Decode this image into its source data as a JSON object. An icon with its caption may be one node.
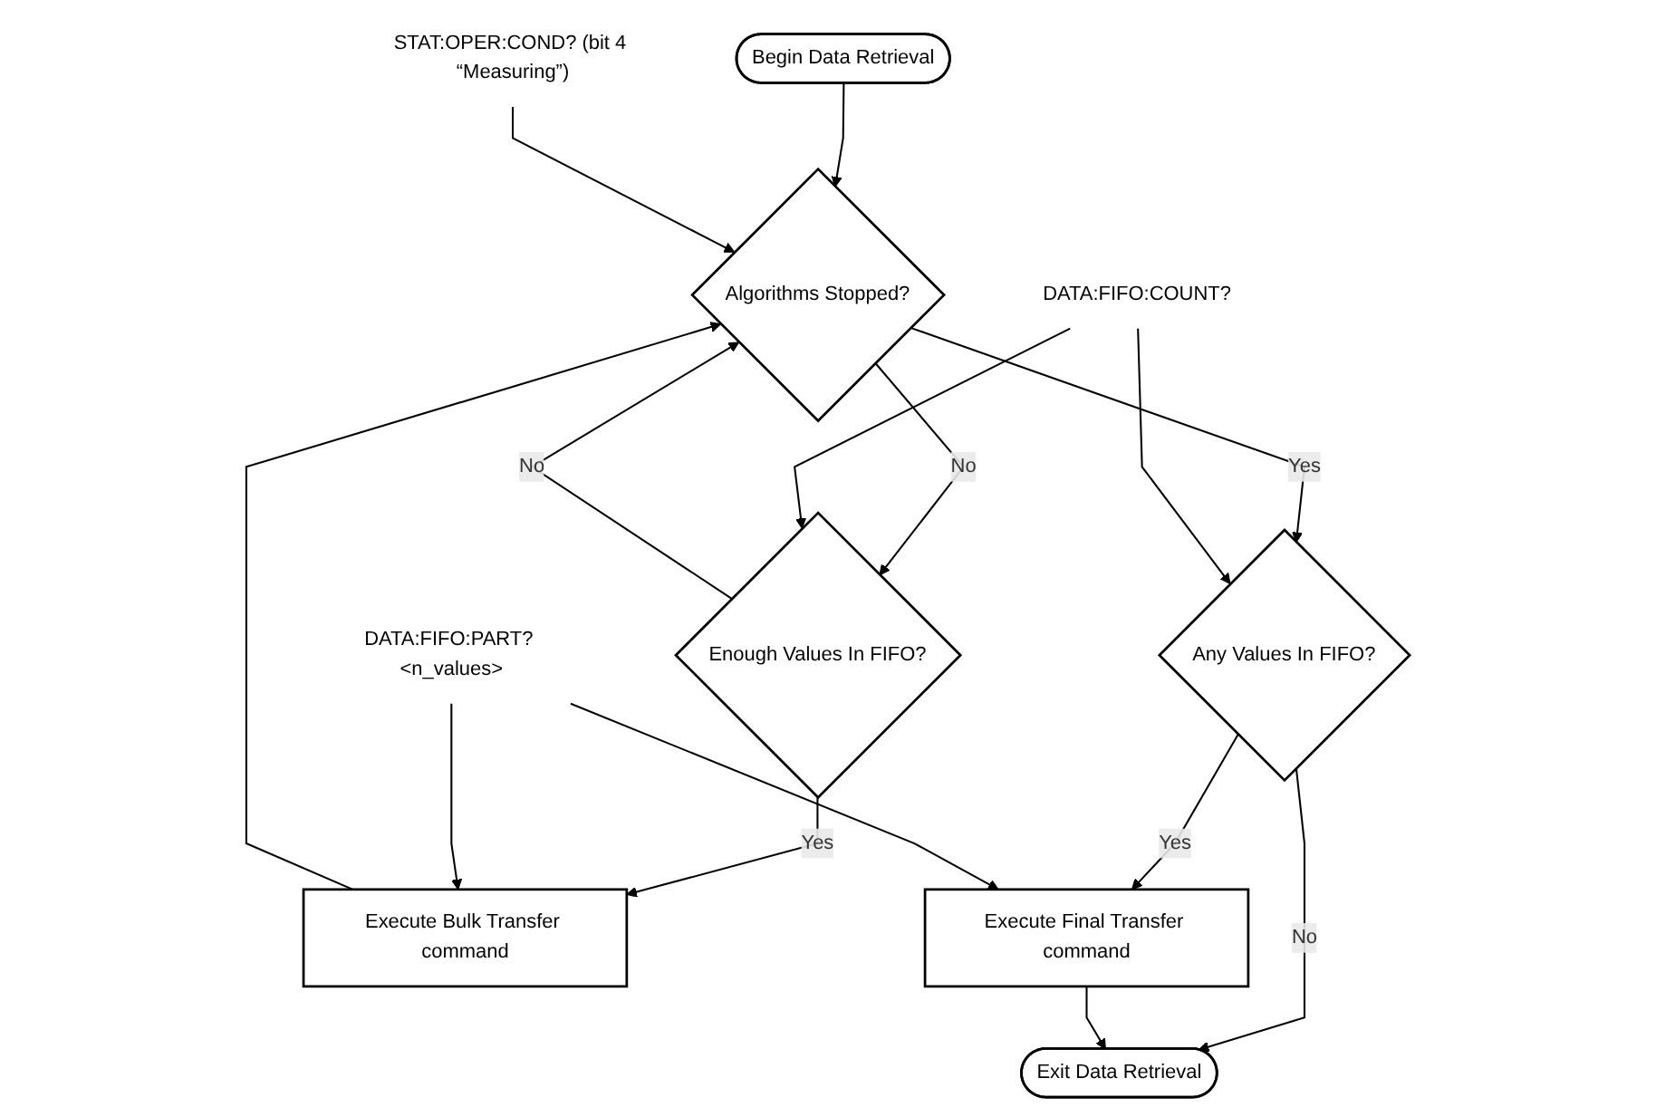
{
  "diagram": {
    "nodes": [
      {
        "text": [
          "Begin Data Retrieval"
        ]
      },
      {
        "text": [
          "Algorithms Stopped?"
        ]
      },
      {
        "text": [
          "Enough Values In FIFO?"
        ]
      },
      {
        "text": [
          "Any Values In FIFO?"
        ]
      },
      {
        "text": [
          "Execute Bulk Transfer command"
        ]
      },
      {
        "text": [
          "Execute Final Transfer command"
        ]
      },
      {
        "text": [
          "Exit Data Retrieval"
        ]
      },
      {
        "text": [
          "STAT:OPER:COND? (bit 4 “Measuring”)"
        ]
      },
      {
        "text": [
          "DATA:FIFO:COUNT?"
        ]
      },
      {
        "text": [
          "DATA:FIFO:PART? <n_values>"
        ]
      }
    ],
    "edges": [
      {
        "from": 0,
        "to": 1,
        "arrow": "to"
      },
      {
        "from": 1,
        "to": 2,
        "arrow": "to",
        "label": "No"
      },
      {
        "from": 1,
        "to": 3,
        "arrow": "to",
        "label": "Yes"
      },
      {
        "from": 2,
        "to": 1,
        "arrow": "to",
        "label": "No"
      },
      {
        "from": 2,
        "to": 4,
        "arrow": "to",
        "label": "Yes"
      },
      {
        "from": 4,
        "to": 1,
        "arrow": "to"
      },
      {
        "from": 3,
        "to": 6,
        "arrow": "to",
        "label": "No"
      },
      {
        "from": 3,
        "to": 5,
        "arrow": "to",
        "label": "Yes"
      },
      {
        "from": 5,
        "to": 6,
        "arrow": "to"
      },
      {
        "from": 7,
        "to": 1,
        "arrow": "to"
      },
      {
        "from": 8,
        "to": 2,
        "arrow": "to"
      },
      {
        "from": 8,
        "to": 3,
        "arrow": "to"
      },
      {
        "from": 9,
        "to": 4,
        "arrow": "to"
      },
      {
        "from": 9,
        "to": 5,
        "arrow": "to"
      }
    ]
  }
}
